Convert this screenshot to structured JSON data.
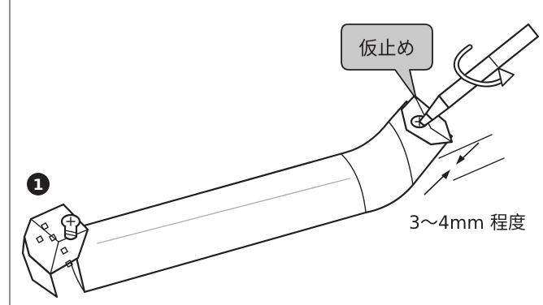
{
  "step": {
    "number": "1"
  },
  "callout": {
    "text": "仮止め"
  },
  "gap_label": {
    "text": "3〜4mm 程度"
  },
  "icons": [
    "screwdriver-icon",
    "rotation-arrow-icon",
    "screw-icon",
    "bracket-icon"
  ],
  "colors": {
    "line": "#231f20",
    "callout_fill": "#c9c9c9",
    "badge": "#231f20"
  }
}
